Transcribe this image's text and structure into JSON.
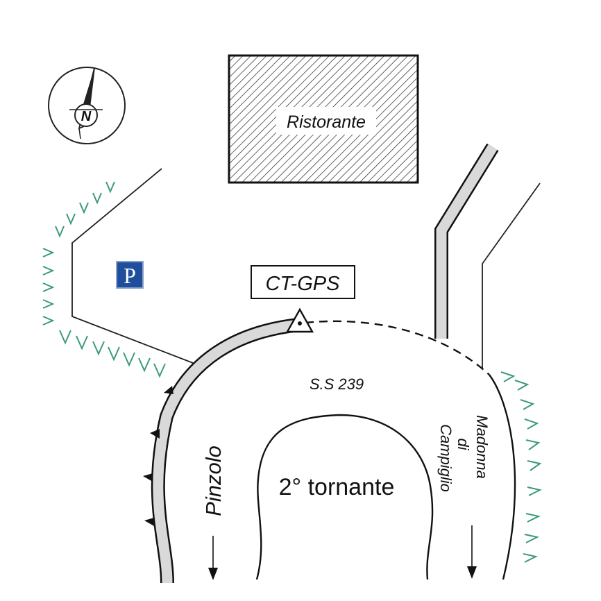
{
  "labels": {
    "restaurant": "Ristorante",
    "station": "CT-GPS",
    "road": "S.S 239",
    "hairpin": "2° tornante",
    "direction_left": "Pinzolo",
    "direction_right_line1": "Madonna",
    "direction_right_line2": "di",
    "direction_right_line3": "Campiglio",
    "parking": "P",
    "north": "N"
  },
  "colors": {
    "parking_blue": "#1f4e9c",
    "vegetation_green": "#3a9a78",
    "road_fill": "#d9d9d9",
    "ink": "#111111"
  },
  "icons": {
    "north_arrow": "compass-north-icon",
    "parking": "parking-icon",
    "station": "triangle-dot-benchmark-icon"
  }
}
